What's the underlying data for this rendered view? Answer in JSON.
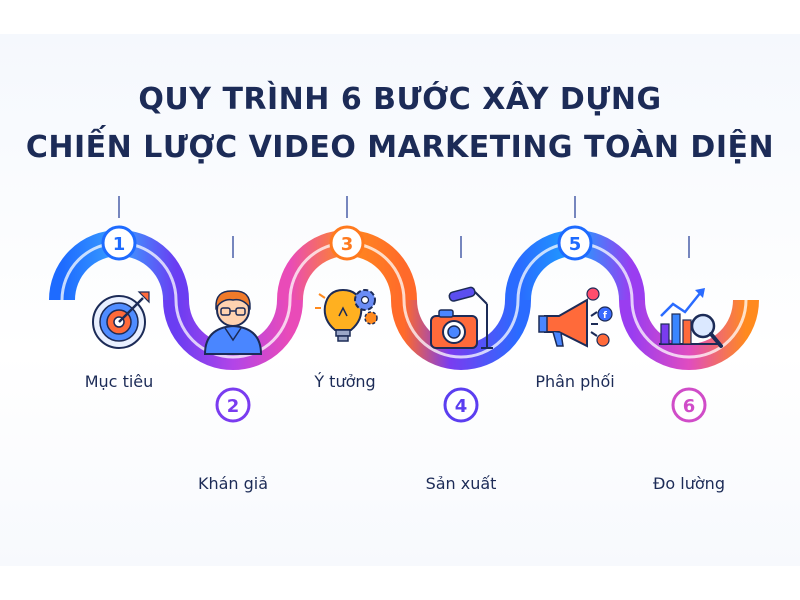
{
  "title": {
    "line1": "QUY TRÌNH 6 BƯỚC XÂY DỰNG",
    "line2": "CHIẾN LƯỢC VIDEO MARKETING TOÀN DIỆN"
  },
  "steps": [
    {
      "number": "1",
      "label": "Mục tiêu",
      "icon": "target-icon"
    },
    {
      "number": "2",
      "label": "Khán giả",
      "icon": "audience-person-icon"
    },
    {
      "number": "3",
      "label": "Ý tưởng",
      "icon": "idea-lightbulb-gear-icon"
    },
    {
      "number": "4",
      "label": "Sản xuất",
      "icon": "camera-microphone-icon"
    },
    {
      "number": "5",
      "label": "Phân phối",
      "icon": "megaphone-social-icon"
    },
    {
      "number": "6",
      "label": "Đo lường",
      "icon": "chart-magnifier-icon"
    }
  ],
  "colors": {
    "title": "#1c2b57",
    "blue": "#1e5bff",
    "purple": "#7a3cf0",
    "orange": "#ff8a1e",
    "pink": "#e040c0"
  }
}
